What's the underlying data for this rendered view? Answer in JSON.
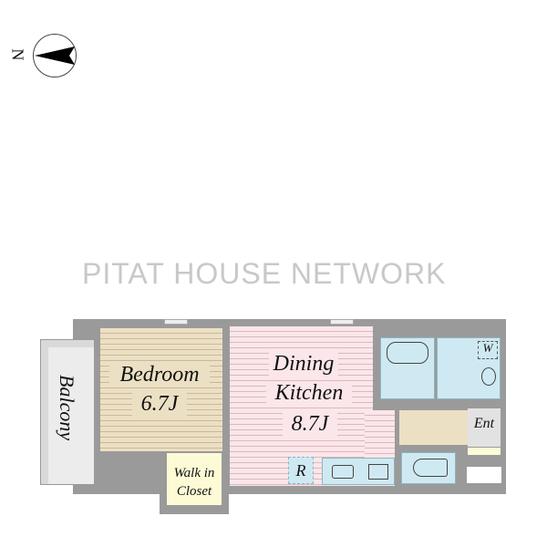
{
  "compass": {
    "label": "N"
  },
  "watermark": "PITAT HOUSE NETWORK",
  "rooms": {
    "balcony": "Balcony",
    "bedroom": {
      "name": "Bedroom",
      "size": "6.7J"
    },
    "dining": {
      "name1": "Dining",
      "name2": "Kitchen",
      "size": "8.7J"
    },
    "closet": {
      "line1": "Walk in",
      "line2": "Closet"
    },
    "fridge": "R",
    "washer": "W",
    "entrance": "Ent"
  }
}
